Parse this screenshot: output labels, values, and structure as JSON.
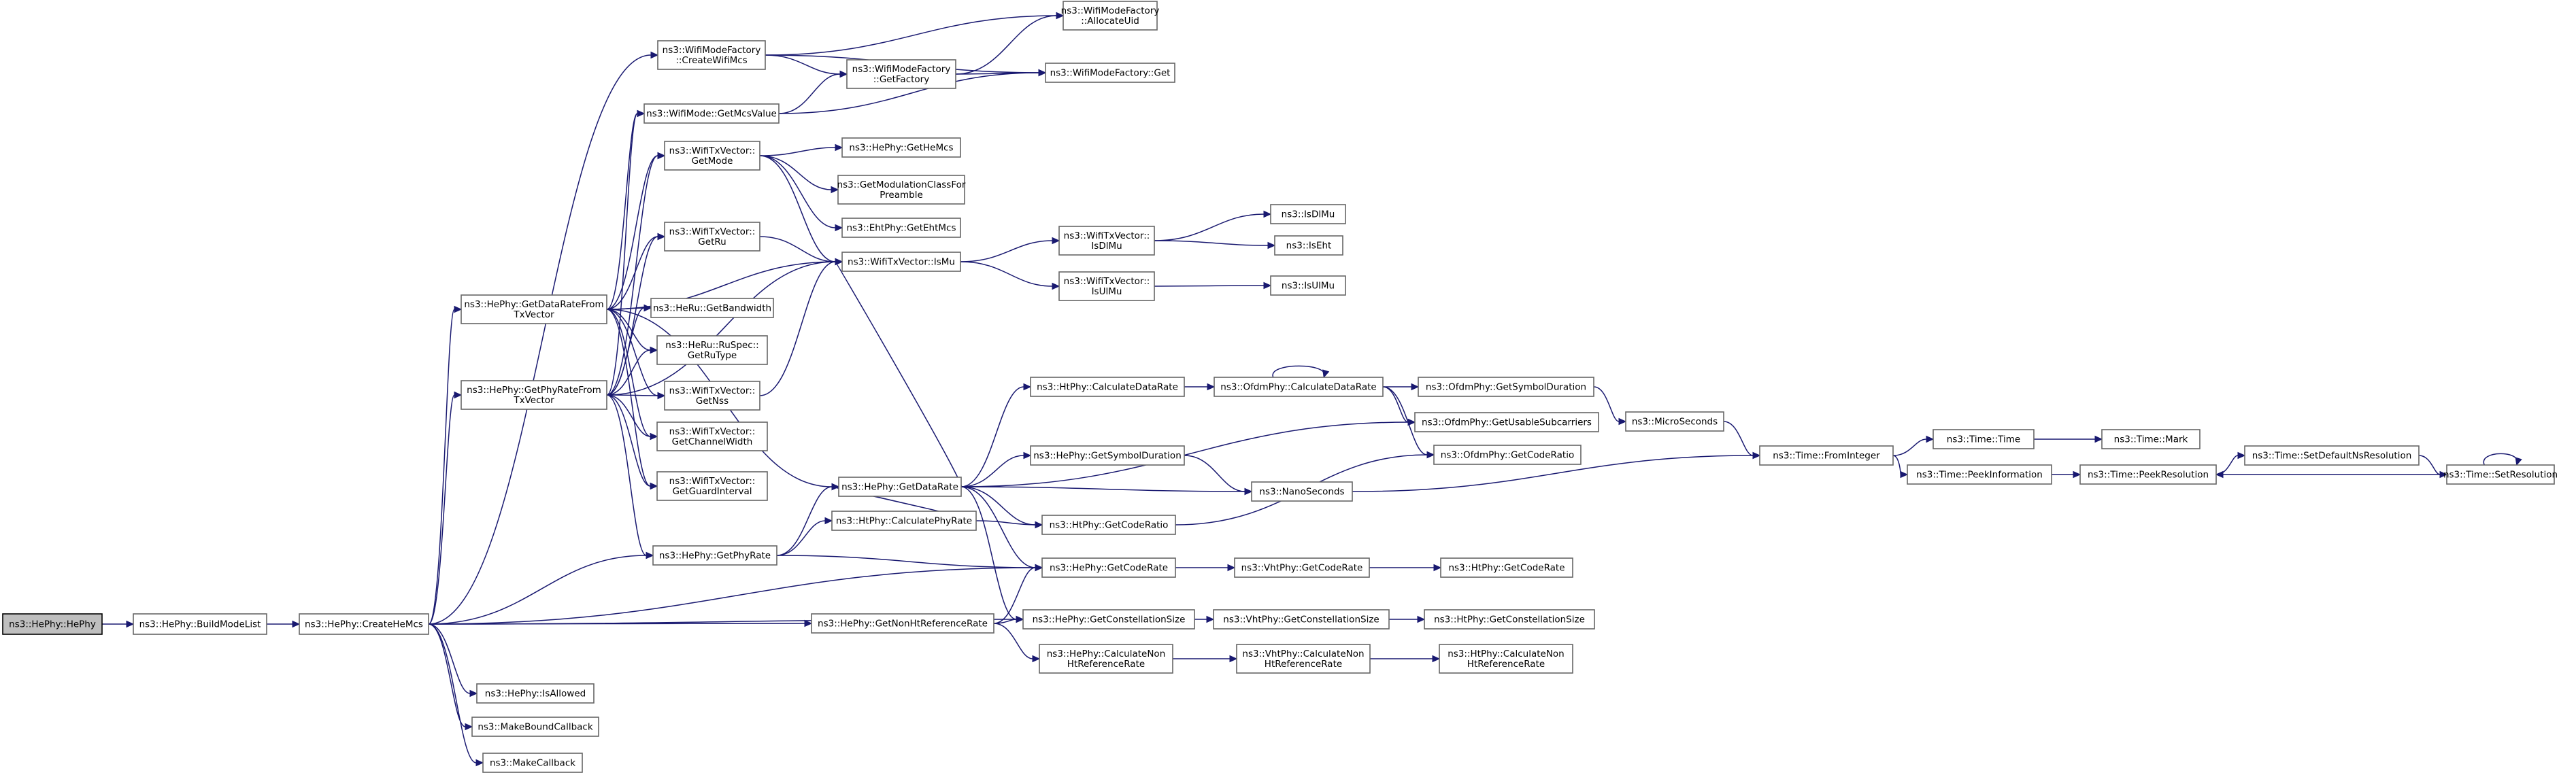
{
  "graph": {
    "title": "",
    "edge_color": "#191970",
    "node_border_color": "#666666",
    "root_fill_color": "#bfbfbf",
    "nodes": [
      {
        "id": "HePhy",
        "lines": [
          "ns3::HePhy::HePhy"
        ],
        "root": true
      },
      {
        "id": "BuildModeList",
        "lines": [
          "ns3::HePhy::BuildModeList"
        ]
      },
      {
        "id": "CreateHeMcs",
        "lines": [
          "ns3::HePhy::CreateHeMcs"
        ]
      },
      {
        "id": "CreateWifiMcs",
        "lines": [
          "ns3::WifiModeFactory",
          "::CreateWifiMcs"
        ]
      },
      {
        "id": "GetMcsValue",
        "lines": [
          "ns3::WifiMode::GetMcsValue"
        ]
      },
      {
        "id": "GetDataRateFromTxVector",
        "lines": [
          "ns3::HePhy::GetDataRateFrom",
          "TxVector"
        ]
      },
      {
        "id": "GetPhyRateFromTxVector",
        "lines": [
          "ns3::HePhy::GetPhyRateFrom",
          "TxVector"
        ]
      },
      {
        "id": "GetPhyRate",
        "lines": [
          "ns3::HePhy::GetPhyRate"
        ]
      },
      {
        "id": "IsAllowed",
        "lines": [
          "ns3::HePhy::IsAllowed"
        ]
      },
      {
        "id": "MakeBoundCallback",
        "lines": [
          "ns3::MakeBoundCallback"
        ]
      },
      {
        "id": "MakeCallback",
        "lines": [
          "ns3::MakeCallback"
        ]
      },
      {
        "id": "AllocateUid",
        "lines": [
          "ns3::WifiModeFactory",
          "::AllocateUid"
        ]
      },
      {
        "id": "GetFactory",
        "lines": [
          "ns3::WifiModeFactory",
          "::GetFactory"
        ]
      },
      {
        "id": "FactoryGet",
        "lines": [
          "ns3::WifiModeFactory::Get"
        ]
      },
      {
        "id": "GetMode",
        "lines": [
          "ns3::WifiTxVector::",
          "GetMode"
        ]
      },
      {
        "id": "GetRu",
        "lines": [
          "ns3::WifiTxVector::",
          "GetRu"
        ]
      },
      {
        "id": "GetBandwidth",
        "lines": [
          "ns3::HeRu::GetBandwidth"
        ]
      },
      {
        "id": "GetRuType",
        "lines": [
          "ns3::HeRu::RuSpec::",
          "GetRuType"
        ]
      },
      {
        "id": "GetNss",
        "lines": [
          "ns3::WifiTxVector::",
          "GetNss"
        ]
      },
      {
        "id": "GetChannelWidth",
        "lines": [
          "ns3::WifiTxVector::",
          "GetChannelWidth"
        ]
      },
      {
        "id": "GetGuardInterval",
        "lines": [
          "ns3::WifiTxVector::",
          "GetGuardInterval"
        ]
      },
      {
        "id": "GetHeMcs",
        "lines": [
          "ns3::HePhy::GetHeMcs"
        ]
      },
      {
        "id": "GetModulationClassForPreamble",
        "lines": [
          "ns3::GetModulationClassFor",
          "Preamble"
        ]
      },
      {
        "id": "GetEhtMcs",
        "lines": [
          "ns3::EhtPhy::GetEhtMcs"
        ]
      },
      {
        "id": "IsMu",
        "lines": [
          "ns3::WifiTxVector::IsMu"
        ]
      },
      {
        "id": "IsDlMuTx",
        "lines": [
          "ns3::WifiTxVector::",
          "IsDlMu"
        ]
      },
      {
        "id": "IsUlMuTx",
        "lines": [
          "ns3::WifiTxVector::",
          "IsUlMu"
        ]
      },
      {
        "id": "IsDlMu",
        "lines": [
          "ns3::IsDlMu"
        ]
      },
      {
        "id": "IsEht",
        "lines": [
          "ns3::IsEht"
        ]
      },
      {
        "id": "IsUlMu",
        "lines": [
          "ns3::IsUlMu"
        ]
      },
      {
        "id": "GetDataRate",
        "lines": [
          "ns3::HePhy::GetDataRate"
        ]
      },
      {
        "id": "HtCalculateDataRate",
        "lines": [
          "ns3::HtPhy::CalculateDataRate"
        ]
      },
      {
        "id": "OfdmCalculateDataRate",
        "lines": [
          "ns3::OfdmPhy::CalculateDataRate"
        ]
      },
      {
        "id": "OfdmGetSymbolDuration",
        "lines": [
          "ns3::OfdmPhy::GetSymbolDuration"
        ]
      },
      {
        "id": "GetUsableSubcarriers",
        "lines": [
          "ns3::OfdmPhy::GetUsableSubcarriers"
        ]
      },
      {
        "id": "OfdmGetCodeRatio",
        "lines": [
          "ns3::OfdmPhy::GetCodeRatio"
        ]
      },
      {
        "id": "HeGetSymbolDuration",
        "lines": [
          "ns3::HePhy::GetSymbolDuration"
        ]
      },
      {
        "id": "NanoSeconds",
        "lines": [
          "ns3::NanoSeconds"
        ]
      },
      {
        "id": "MicroSeconds",
        "lines": [
          "ns3::MicroSeconds"
        ]
      },
      {
        "id": "FromInteger",
        "lines": [
          "ns3::Time::FromInteger"
        ]
      },
      {
        "id": "TimeTime",
        "lines": [
          "ns3::Time::Time"
        ]
      },
      {
        "id": "Mark",
        "lines": [
          "ns3::Time::Mark"
        ]
      },
      {
        "id": "PeekInformation",
        "lines": [
          "ns3::Time::PeekInformation"
        ]
      },
      {
        "id": "PeekResolution",
        "lines": [
          "ns3::Time::PeekResolution"
        ]
      },
      {
        "id": "SetDefaultNsResolution",
        "lines": [
          "ns3::Time::SetDefaultNsResolution"
        ]
      },
      {
        "id": "SetResolution",
        "lines": [
          "ns3::Time::SetResolution"
        ]
      },
      {
        "id": "CalculatePhyRate",
        "lines": [
          "ns3::HtPhy::CalculatePhyRate"
        ]
      },
      {
        "id": "HtGetCodeRatio",
        "lines": [
          "ns3::HtPhy::GetCodeRatio"
        ]
      },
      {
        "id": "HeGetCodeRate",
        "lines": [
          "ns3::HePhy::GetCodeRate"
        ]
      },
      {
        "id": "VhtGetCodeRate",
        "lines": [
          "ns3::VhtPhy::GetCodeRate"
        ]
      },
      {
        "id": "HtGetCodeRate",
        "lines": [
          "ns3::HtPhy::GetCodeRate"
        ]
      },
      {
        "id": "GetNonHtReferenceRate",
        "lines": [
          "ns3::HePhy::GetNonHtReferenceRate"
        ]
      },
      {
        "id": "HeGetConstellationSize",
        "lines": [
          "ns3::HePhy::GetConstellationSize"
        ]
      },
      {
        "id": "VhtGetConstellationSize",
        "lines": [
          "ns3::VhtPhy::GetConstellationSize"
        ]
      },
      {
        "id": "HtGetConstellationSize",
        "lines": [
          "ns3::HtPhy::GetConstellationSize"
        ]
      },
      {
        "id": "HeCalculateNonHtReferenceRate",
        "lines": [
          "ns3::HePhy::CalculateNon",
          "HtReferenceRate"
        ]
      },
      {
        "id": "VhtCalculateNonHtReferenceRate",
        "lines": [
          "ns3::VhtPhy::CalculateNon",
          "HtReferenceRate"
        ]
      },
      {
        "id": "HtCalculateNonHtReferenceRate",
        "lines": [
          "ns3::HtPhy::CalculateNon",
          "HtReferenceRate"
        ]
      }
    ],
    "edges": [
      [
        "HePhy",
        "BuildModeList"
      ],
      [
        "BuildModeList",
        "CreateHeMcs"
      ],
      [
        "CreateHeMcs",
        "CreateWifiMcs"
      ],
      [
        "CreateHeMcs",
        "GetDataRateFromTxVector"
      ],
      [
        "CreateHeMcs",
        "GetPhyRateFromTxVector"
      ],
      [
        "CreateHeMcs",
        "GetPhyRate"
      ],
      [
        "CreateHeMcs",
        "HeGetCodeRate"
      ],
      [
        "CreateHeMcs",
        "GetNonHtReferenceRate"
      ],
      [
        "CreateHeMcs",
        "HeGetConstellationSize"
      ],
      [
        "CreateHeMcs",
        "IsAllowed"
      ],
      [
        "CreateHeMcs",
        "MakeBoundCallback"
      ],
      [
        "CreateHeMcs",
        "MakeCallback"
      ],
      [
        "CreateWifiMcs",
        "AllocateUid"
      ],
      [
        "CreateWifiMcs",
        "GetFactory"
      ],
      [
        "CreateWifiMcs",
        "FactoryGet"
      ],
      [
        "GetMcsValue",
        "GetFactory"
      ],
      [
        "GetMcsValue",
        "FactoryGet"
      ],
      [
        "GetFactory",
        "AllocateUid"
      ],
      [
        "GetFactory",
        "FactoryGet"
      ],
      [
        "GetDataRateFromTxVector",
        "GetMcsValue"
      ],
      [
        "GetDataRateFromTxVector",
        "GetMode"
      ],
      [
        "GetDataRateFromTxVector",
        "GetRu"
      ],
      [
        "GetDataRateFromTxVector",
        "IsMu"
      ],
      [
        "GetDataRateFromTxVector",
        "GetBandwidth"
      ],
      [
        "GetDataRateFromTxVector",
        "GetRuType"
      ],
      [
        "GetDataRateFromTxVector",
        "GetNss"
      ],
      [
        "GetDataRateFromTxVector",
        "GetChannelWidth"
      ],
      [
        "GetDataRateFromTxVector",
        "GetGuardInterval"
      ],
      [
        "GetDataRateFromTxVector",
        "GetDataRate"
      ],
      [
        "GetPhyRateFromTxVector",
        "GetMcsValue"
      ],
      [
        "GetPhyRateFromTxVector",
        "GetMode"
      ],
      [
        "GetPhyRateFromTxVector",
        "GetRu"
      ],
      [
        "GetPhyRateFromTxVector",
        "IsMu"
      ],
      [
        "GetPhyRateFromTxVector",
        "GetBandwidth"
      ],
      [
        "GetPhyRateFromTxVector",
        "GetRuType"
      ],
      [
        "GetPhyRateFromTxVector",
        "GetNss"
      ],
      [
        "GetPhyRateFromTxVector",
        "GetChannelWidth"
      ],
      [
        "GetPhyRateFromTxVector",
        "GetGuardInterval"
      ],
      [
        "GetPhyRateFromTxVector",
        "GetPhyRate"
      ],
      [
        "GetMode",
        "GetHeMcs"
      ],
      [
        "GetMode",
        "GetModulationClassForPreamble"
      ],
      [
        "GetMode",
        "GetEhtMcs"
      ],
      [
        "GetMode",
        "IsMu"
      ],
      [
        "GetRu",
        "IsMu"
      ],
      [
        "GetNss",
        "IsMu"
      ],
      [
        "IsMu",
        "IsDlMuTx"
      ],
      [
        "IsMu",
        "IsUlMuTx"
      ],
      [
        "IsDlMuTx",
        "IsDlMu"
      ],
      [
        "IsDlMuTx",
        "IsEht"
      ],
      [
        "IsUlMuTx",
        "IsUlMu"
      ],
      [
        "GetPhyRate",
        "GetDataRate"
      ],
      [
        "GetPhyRate",
        "CalculatePhyRate"
      ],
      [
        "GetPhyRate",
        "HeGetCodeRate"
      ],
      [
        "GetDataRate",
        "HtCalculateDataRate"
      ],
      [
        "GetDataRate",
        "GetUsableSubcarriers"
      ],
      [
        "GetDataRate",
        "HeGetSymbolDuration"
      ],
      [
        "GetDataRate",
        "NanoSeconds"
      ],
      [
        "GetDataRate",
        "HtGetCodeRatio"
      ],
      [
        "GetDataRate",
        "HeGetCodeRate"
      ],
      [
        "GetDataRate",
        "HeGetConstellationSize"
      ],
      [
        "GetDataRate",
        "IsMu"
      ],
      [
        "HtCalculateDataRate",
        "OfdmCalculateDataRate"
      ],
      [
        "OfdmCalculateDataRate",
        "OfdmCalculateDataRate"
      ],
      [
        "OfdmCalculateDataRate",
        "OfdmGetSymbolDuration"
      ],
      [
        "OfdmCalculateDataRate",
        "GetUsableSubcarriers"
      ],
      [
        "OfdmCalculateDataRate",
        "OfdmGetCodeRatio"
      ],
      [
        "OfdmGetSymbolDuration",
        "MicroSeconds"
      ],
      [
        "MicroSeconds",
        "FromInteger"
      ],
      [
        "HeGetSymbolDuration",
        "NanoSeconds"
      ],
      [
        "NanoSeconds",
        "FromInteger"
      ],
      [
        "FromInteger",
        "TimeTime"
      ],
      [
        "FromInteger",
        "PeekInformation"
      ],
      [
        "TimeTime",
        "Mark"
      ],
      [
        "PeekInformation",
        "PeekResolution"
      ],
      [
        "PeekResolution",
        "SetDefaultNsResolution"
      ],
      [
        "SetDefaultNsResolution",
        "SetResolution"
      ],
      [
        "SetResolution",
        "PeekResolution"
      ],
      [
        "SetResolution",
        "SetResolution"
      ],
      [
        "CalculatePhyRate",
        "GetDataRate"
      ],
      [
        "CalculatePhyRate",
        "HtGetCodeRatio"
      ],
      [
        "HtGetCodeRatio",
        "OfdmGetCodeRatio"
      ],
      [
        "HeGetCodeRate",
        "VhtGetCodeRate"
      ],
      [
        "VhtGetCodeRate",
        "HtGetCodeRate"
      ],
      [
        "GetNonHtReferenceRate",
        "HeGetCodeRate"
      ],
      [
        "GetNonHtReferenceRate",
        "HeGetConstellationSize"
      ],
      [
        "GetNonHtReferenceRate",
        "HeCalculateNonHtReferenceRate"
      ],
      [
        "HeGetConstellationSize",
        "VhtGetConstellationSize"
      ],
      [
        "VhtGetConstellationSize",
        "HtGetConstellationSize"
      ],
      [
        "HeCalculateNonHtReferenceRate",
        "VhtCalculateNonHtReferenceRate"
      ],
      [
        "VhtCalculateNonHtReferenceRate",
        "HtCalculateNonHtReferenceRate"
      ]
    ]
  }
}
